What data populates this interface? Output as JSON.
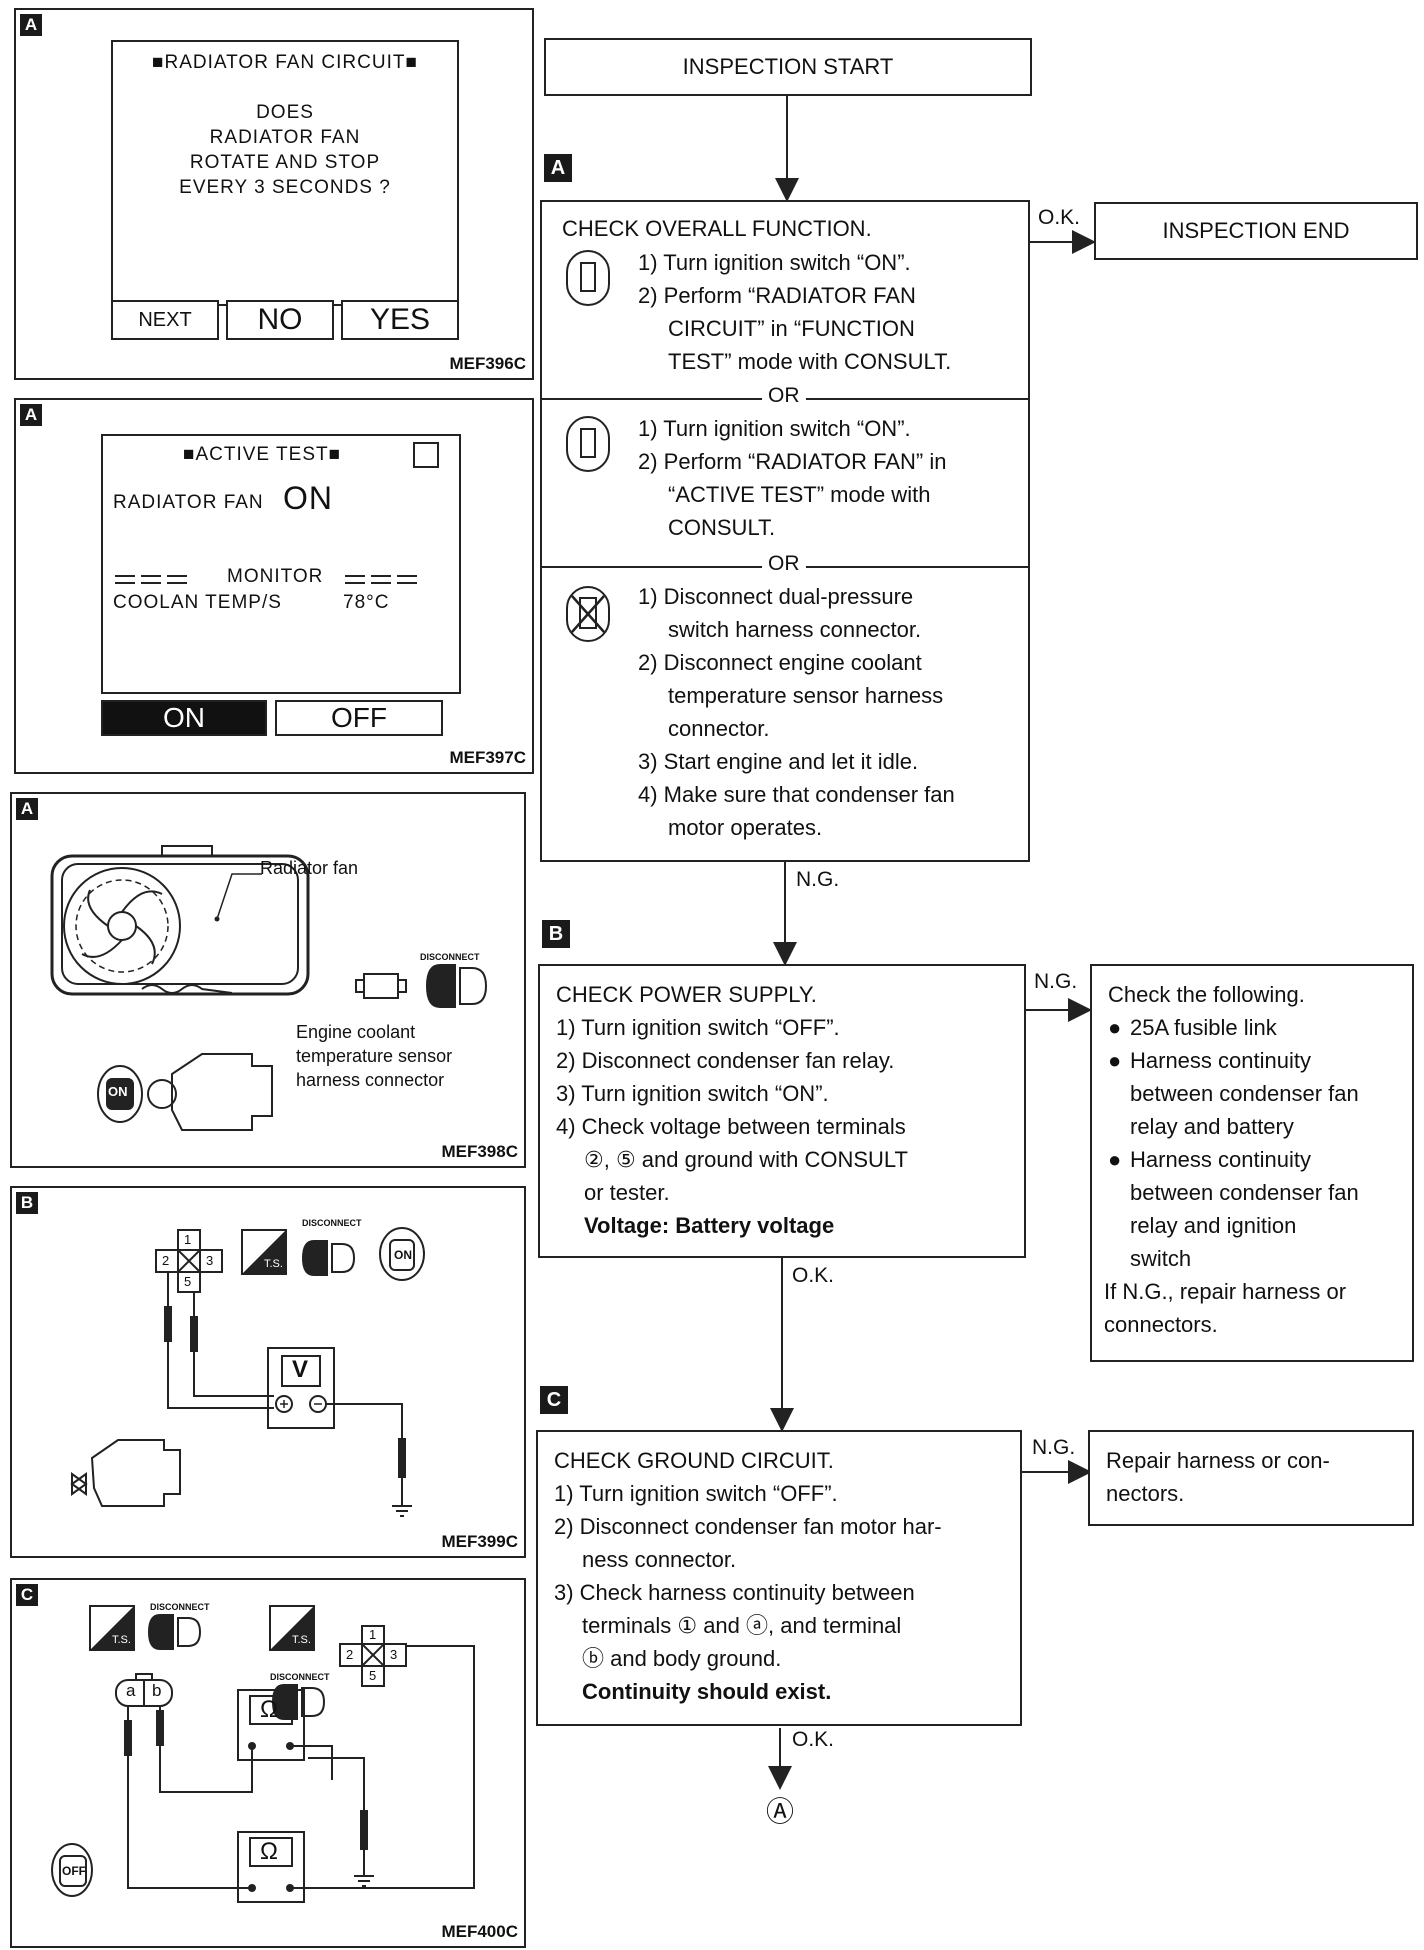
{
  "panels": {
    "a1": {
      "tag": "A",
      "header": "RADIATOR FAN CIRCUIT",
      "question": [
        "DOES",
        "RADIATOR FAN",
        "ROTATE AND STOP",
        "EVERY 3 SECONDS ?"
      ],
      "buttons": [
        "NEXT",
        "NO",
        "YES"
      ],
      "fig": "MEF396C"
    },
    "a2": {
      "tag": "A",
      "header": "ACTIVE TEST",
      "item_label": "RADIATOR FAN",
      "item_value": "ON",
      "monitor": "MONITOR",
      "sensor_label": "COOLAN TEMP/S",
      "sensor_value": "78°C",
      "buttons": [
        "ON",
        "OFF"
      ],
      "fig": "MEF397C"
    },
    "a3": {
      "tag": "A",
      "radiator_label": "Radiator fan",
      "connector_label": [
        "Engine coolant",
        "temperature sensor",
        "harness connector"
      ],
      "disconnect": "DISCONNECT",
      "key_on": "ON",
      "fig": "MEF398C"
    },
    "b": {
      "tag": "B",
      "terminals": [
        "1",
        "2",
        "3",
        "5"
      ],
      "meter": "V",
      "ts": "T.S.",
      "disconnect": "DISCONNECT",
      "key_on": "ON",
      "fig": "MEF399C"
    },
    "c": {
      "tag": "C",
      "terminals": [
        "1",
        "2",
        "3",
        "5"
      ],
      "terminals_ab": [
        "a",
        "b"
      ],
      "meter": "Ω",
      "ts": "T.S.",
      "disconnect": "DISCONNECT",
      "key_off": "OFF",
      "fig": "MEF400C"
    }
  },
  "flow": {
    "start": "INSPECTION START",
    "end": "INSPECTION END",
    "ok": "O.K.",
    "ng": "N.G.",
    "or": "OR",
    "sections": [
      "A",
      "B",
      "C"
    ],
    "overall": {
      "title": "CHECK OVERALL FUNCTION.",
      "m1": [
        "1) Turn ignition switch “ON”.",
        "2) Perform “RADIATOR FAN",
        "CIRCUIT” in “FUNCTION",
        "TEST” mode with CONSULT."
      ],
      "m2": [
        "1) Turn ignition switch “ON”.",
        "2) Perform “RADIATOR FAN” in",
        "“ACTIVE TEST” mode with",
        "CONSULT."
      ],
      "m3": [
        "1) Disconnect dual-pressure",
        "switch harness connector.",
        "2) Disconnect engine coolant",
        "temperature sensor harness",
        "connector.",
        "3) Start engine and let it idle.",
        "4) Make sure that condenser fan",
        "motor operates."
      ]
    },
    "power": {
      "title": "CHECK POWER SUPPLY.",
      "steps": [
        "1) Turn ignition switch “OFF”.",
        "2) Disconnect condenser fan relay.",
        "3) Turn ignition switch “ON”.",
        "4) Check voltage between terminals",
        "②, ⑤ and ground with CONSULT",
        "or tester."
      ],
      "result": "Voltage: Battery voltage",
      "ng_box": {
        "title": "Check the following.",
        "items": [
          "25A fusible link",
          "Harness continuity",
          "between condenser fan",
          "relay and battery",
          "Harness continuity",
          "between condenser fan",
          "relay and ignition",
          "switch"
        ],
        "footer": [
          "If N.G., repair harness or",
          "connectors."
        ]
      }
    },
    "ground": {
      "title": "CHECK GROUND CIRCUIT.",
      "steps": [
        "1) Turn ignition switch “OFF”.",
        "2) Disconnect condenser fan motor har-",
        "ness connector.",
        "3) Check harness continuity between",
        "terminals ① and ⓐ, and terminal",
        "ⓑ and body ground."
      ],
      "result": "Continuity should exist.",
      "ng_box": [
        "Repair harness or con-",
        "nectors."
      ]
    },
    "next": "Ⓐ"
  }
}
